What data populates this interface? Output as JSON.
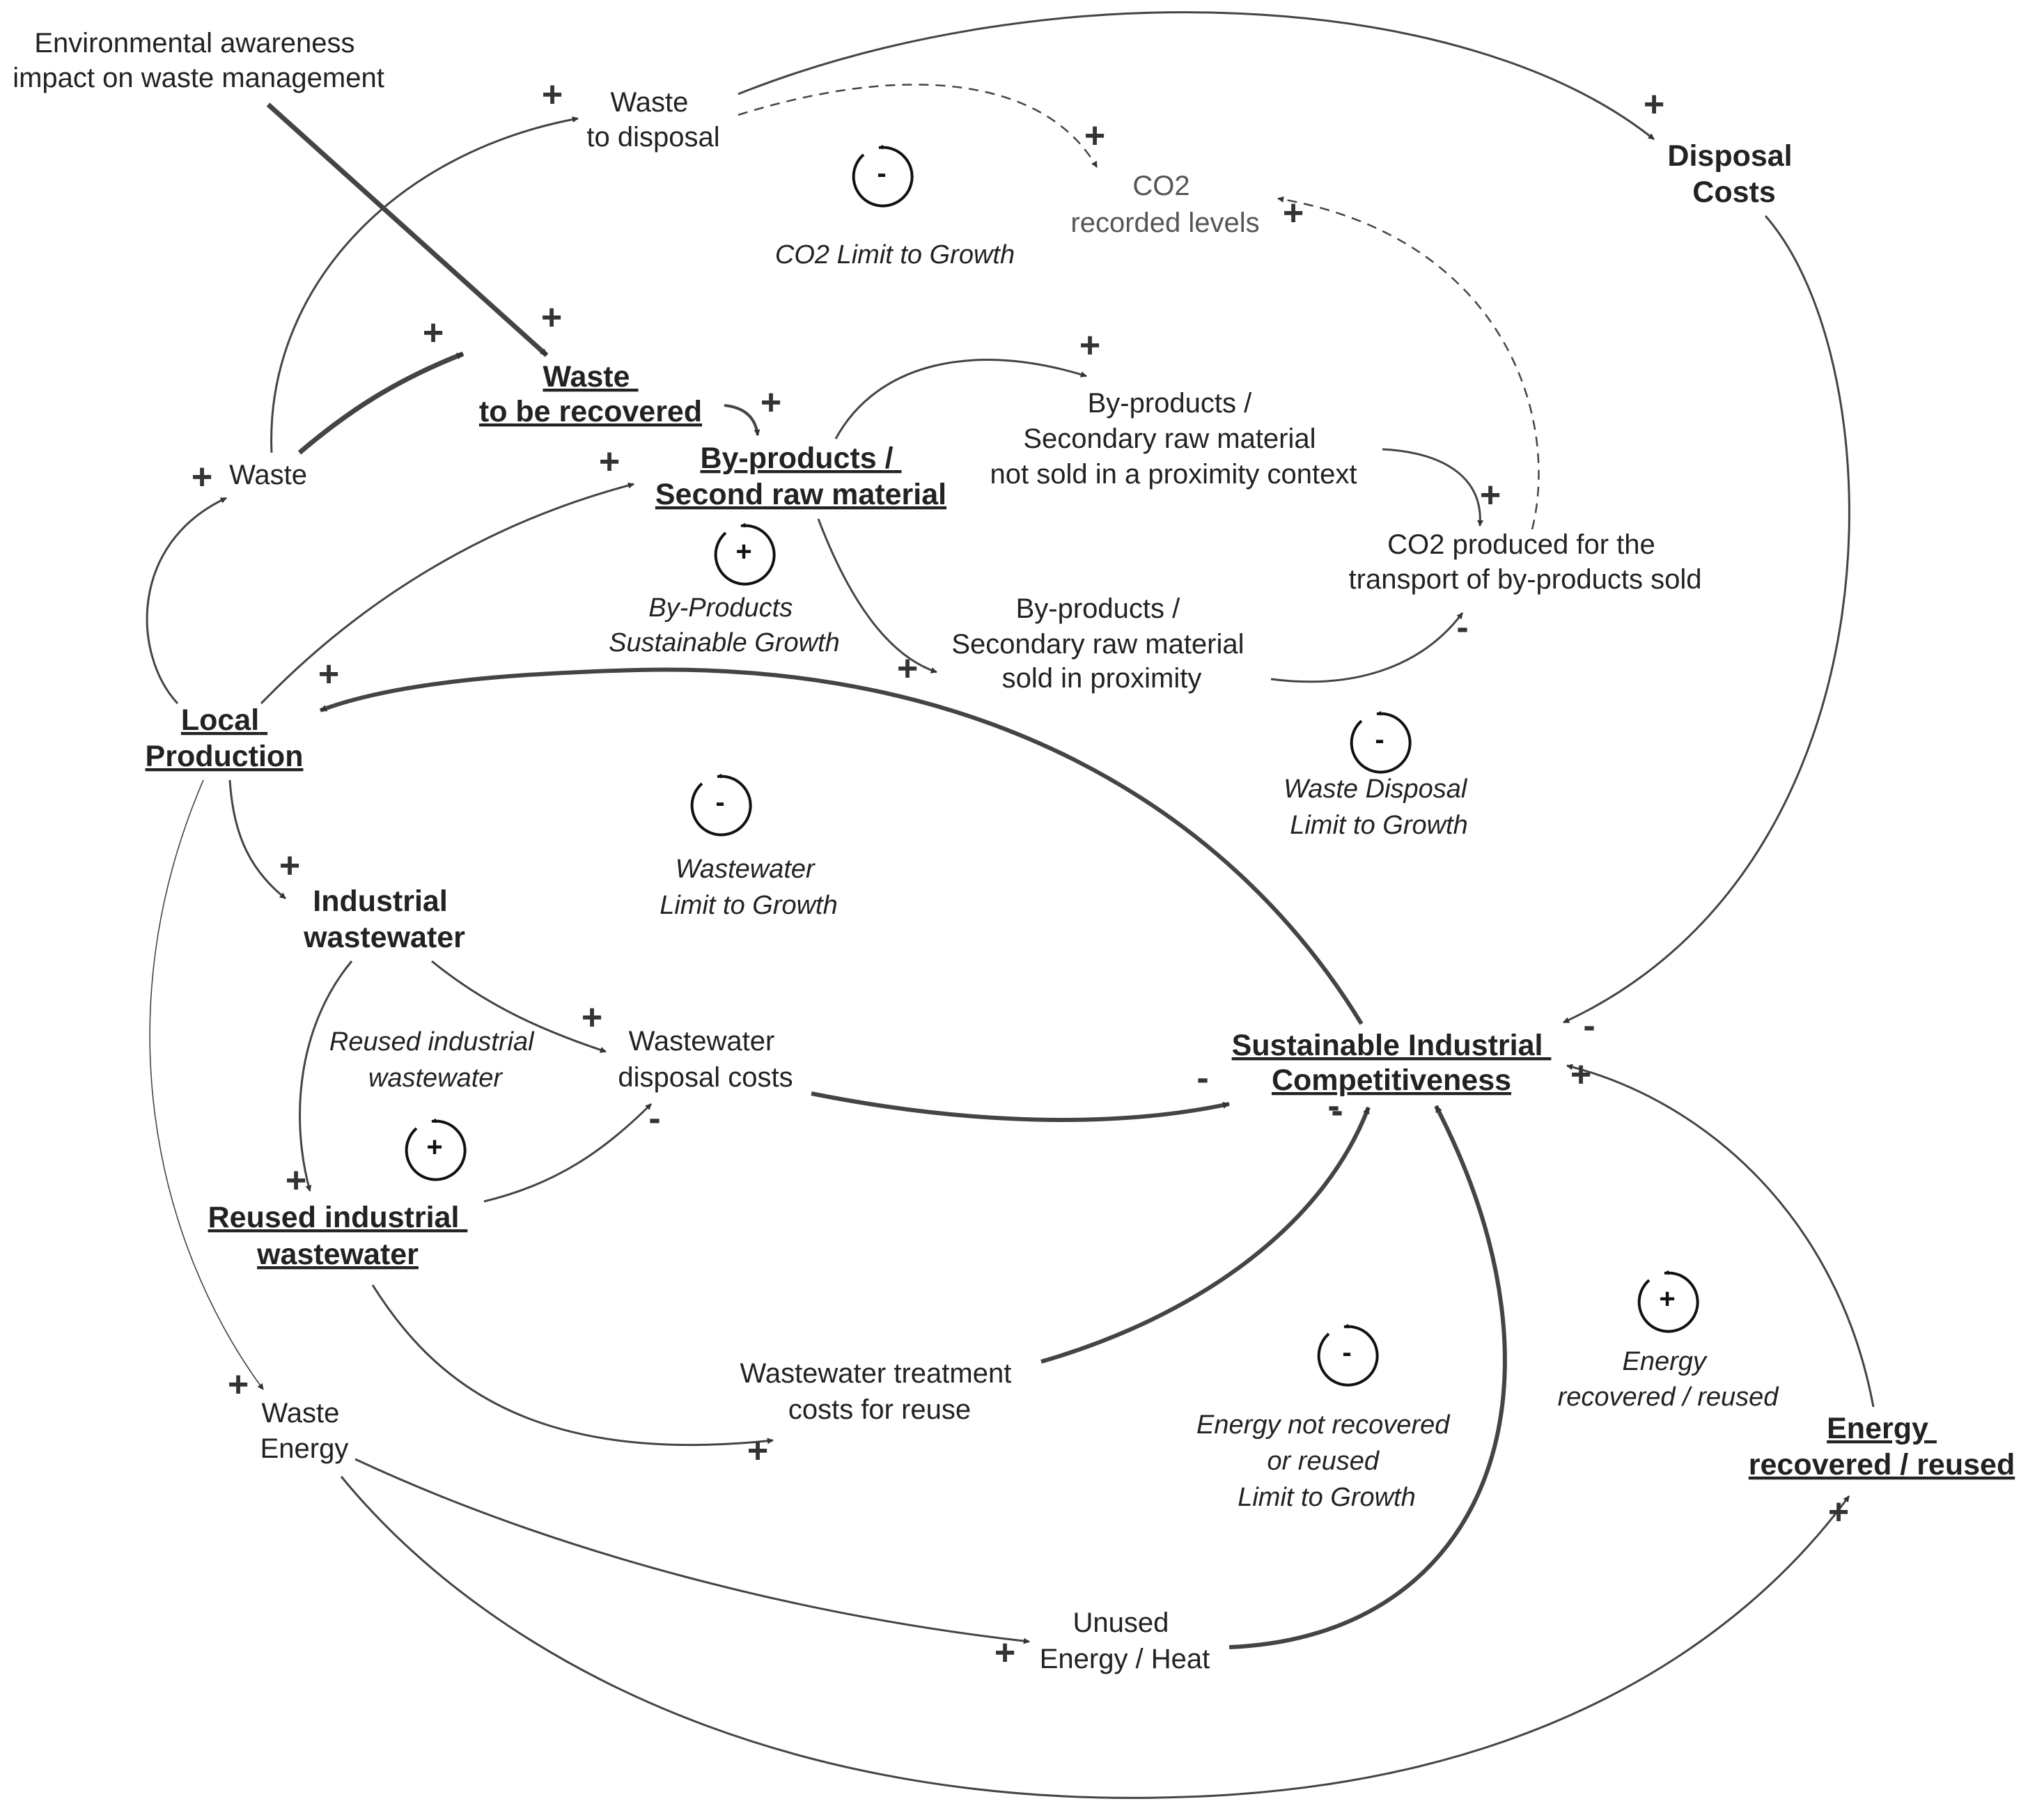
{
  "nodes": {
    "env_awareness": [
      "Environmental awareness",
      "impact on waste management"
    ],
    "waste_to_disposal": [
      "Waste",
      "to disposal"
    ],
    "co2_recorded": [
      "CO2",
      "recorded levels"
    ],
    "disposal_costs": [
      "Disposal",
      "Costs"
    ],
    "waste_to_be_recovered": [
      "Waste",
      "to be recovered"
    ],
    "waste": [
      "Waste"
    ],
    "byproducts_second": [
      "By-products /",
      "Second raw material"
    ],
    "byproducts_not_sold": [
      "By-products /",
      "Secondary raw material",
      "not sold in a proximity context"
    ],
    "co2_transport": [
      "CO2 produced for the",
      "transport of by-products sold"
    ],
    "byproducts_sold": [
      "By-products /",
      "Secondary raw material",
      "sold in proximity"
    ],
    "local_production": [
      "Local",
      "Production"
    ],
    "industrial_wastewater": [
      "Industrial",
      "wastewater"
    ],
    "wastewater_disposal_costs": [
      "Wastewater",
      "disposal costs"
    ],
    "sustainable_competitiveness": [
      "Sustainable Industrial",
      "Competitiveness"
    ],
    "reused_wastewater": [
      "Reused industrial",
      "wastewater"
    ],
    "waste_energy": [
      "Waste",
      "Energy"
    ],
    "wastewater_treatment_costs": [
      "Wastewater treatment",
      "costs for reuse"
    ],
    "unused_energy": [
      "Unused",
      "Energy / Heat"
    ],
    "energy_recovered": [
      "Energy",
      "recovered / reused"
    ]
  },
  "loops": {
    "co2_limit": {
      "sign": "-",
      "label": [
        "CO2 Limit to Growth"
      ]
    },
    "byproducts_growth": {
      "sign": "+",
      "label": [
        "By-Products",
        "Sustainable Growth"
      ]
    },
    "waste_disposal_limit": {
      "sign": "-",
      "label": [
        "Waste Disposal",
        "Limit to Growth"
      ]
    },
    "wastewater_limit": {
      "sign": "-",
      "label": [
        "Wastewater",
        "Limit to Growth"
      ]
    },
    "reused_wastewater_loop": {
      "sign": "+",
      "label": [
        "Reused industrial",
        "wastewater"
      ]
    },
    "energy_not_recovered": {
      "sign": "-",
      "label": [
        "Energy not recovered",
        "or reused",
        "Limit to Growth"
      ]
    },
    "energy_recovered_loop": {
      "sign": "+",
      "label": [
        "Energy",
        "recovered / reused"
      ]
    }
  },
  "links": [
    {
      "id": "waste-to-waste_to_disposal",
      "polarity": "+"
    },
    {
      "id": "waste-to-waste_to_be_recovered",
      "polarity": "+"
    },
    {
      "id": "env_awareness-to-waste_to_be_recovered",
      "polarity": "+"
    },
    {
      "id": "waste_to_disposal-to-co2_recorded",
      "polarity": "+"
    },
    {
      "id": "waste_to_disposal-to-disposal_costs",
      "polarity": "+"
    },
    {
      "id": "waste_to_be_recovered-to-byproducts_second",
      "polarity": "+"
    },
    {
      "id": "local_production-to-byproducts_second",
      "polarity": "+"
    },
    {
      "id": "byproducts_second-to-byproducts_not_sold",
      "polarity": "+"
    },
    {
      "id": "byproducts_second-to-byproducts_sold",
      "polarity": "+"
    },
    {
      "id": "byproducts_not_sold-to-co2_transport",
      "polarity": "+"
    },
    {
      "id": "byproducts_sold-to-co2_transport",
      "polarity": "-"
    },
    {
      "id": "co2_transport-to-co2_recorded",
      "polarity": "+"
    },
    {
      "id": "local_production-to-waste",
      "polarity": "+"
    },
    {
      "id": "competitiveness-to-local_production",
      "polarity": "+"
    },
    {
      "id": "disposal_costs-to-competitiveness",
      "polarity": "-"
    },
    {
      "id": "local_production-to-industrial_wastewater",
      "polarity": "+"
    },
    {
      "id": "industrial_wastewater-to-wastewater_disposal_costs",
      "polarity": "+"
    },
    {
      "id": "industrial_wastewater-to-reused_wastewater",
      "polarity": "+"
    },
    {
      "id": "reused_wastewater-to-wastewater_disposal_costs",
      "polarity": "-"
    },
    {
      "id": "wastewater_disposal_costs-to-competitiveness",
      "polarity": "-"
    },
    {
      "id": "reused_wastewater-to-wastewater_treatment_costs",
      "polarity": "+"
    },
    {
      "id": "wastewater_treatment_costs-to-competitiveness",
      "polarity": "-"
    },
    {
      "id": "local_production-to-waste_energy",
      "polarity": "+"
    },
    {
      "id": "waste_energy-to-unused_energy",
      "polarity": "+"
    },
    {
      "id": "waste_energy-to-energy_recovered",
      "polarity": "+"
    },
    {
      "id": "unused_energy-to-competitiveness",
      "polarity": "-"
    },
    {
      "id": "energy_recovered-to-competitiveness",
      "polarity": "+"
    }
  ]
}
